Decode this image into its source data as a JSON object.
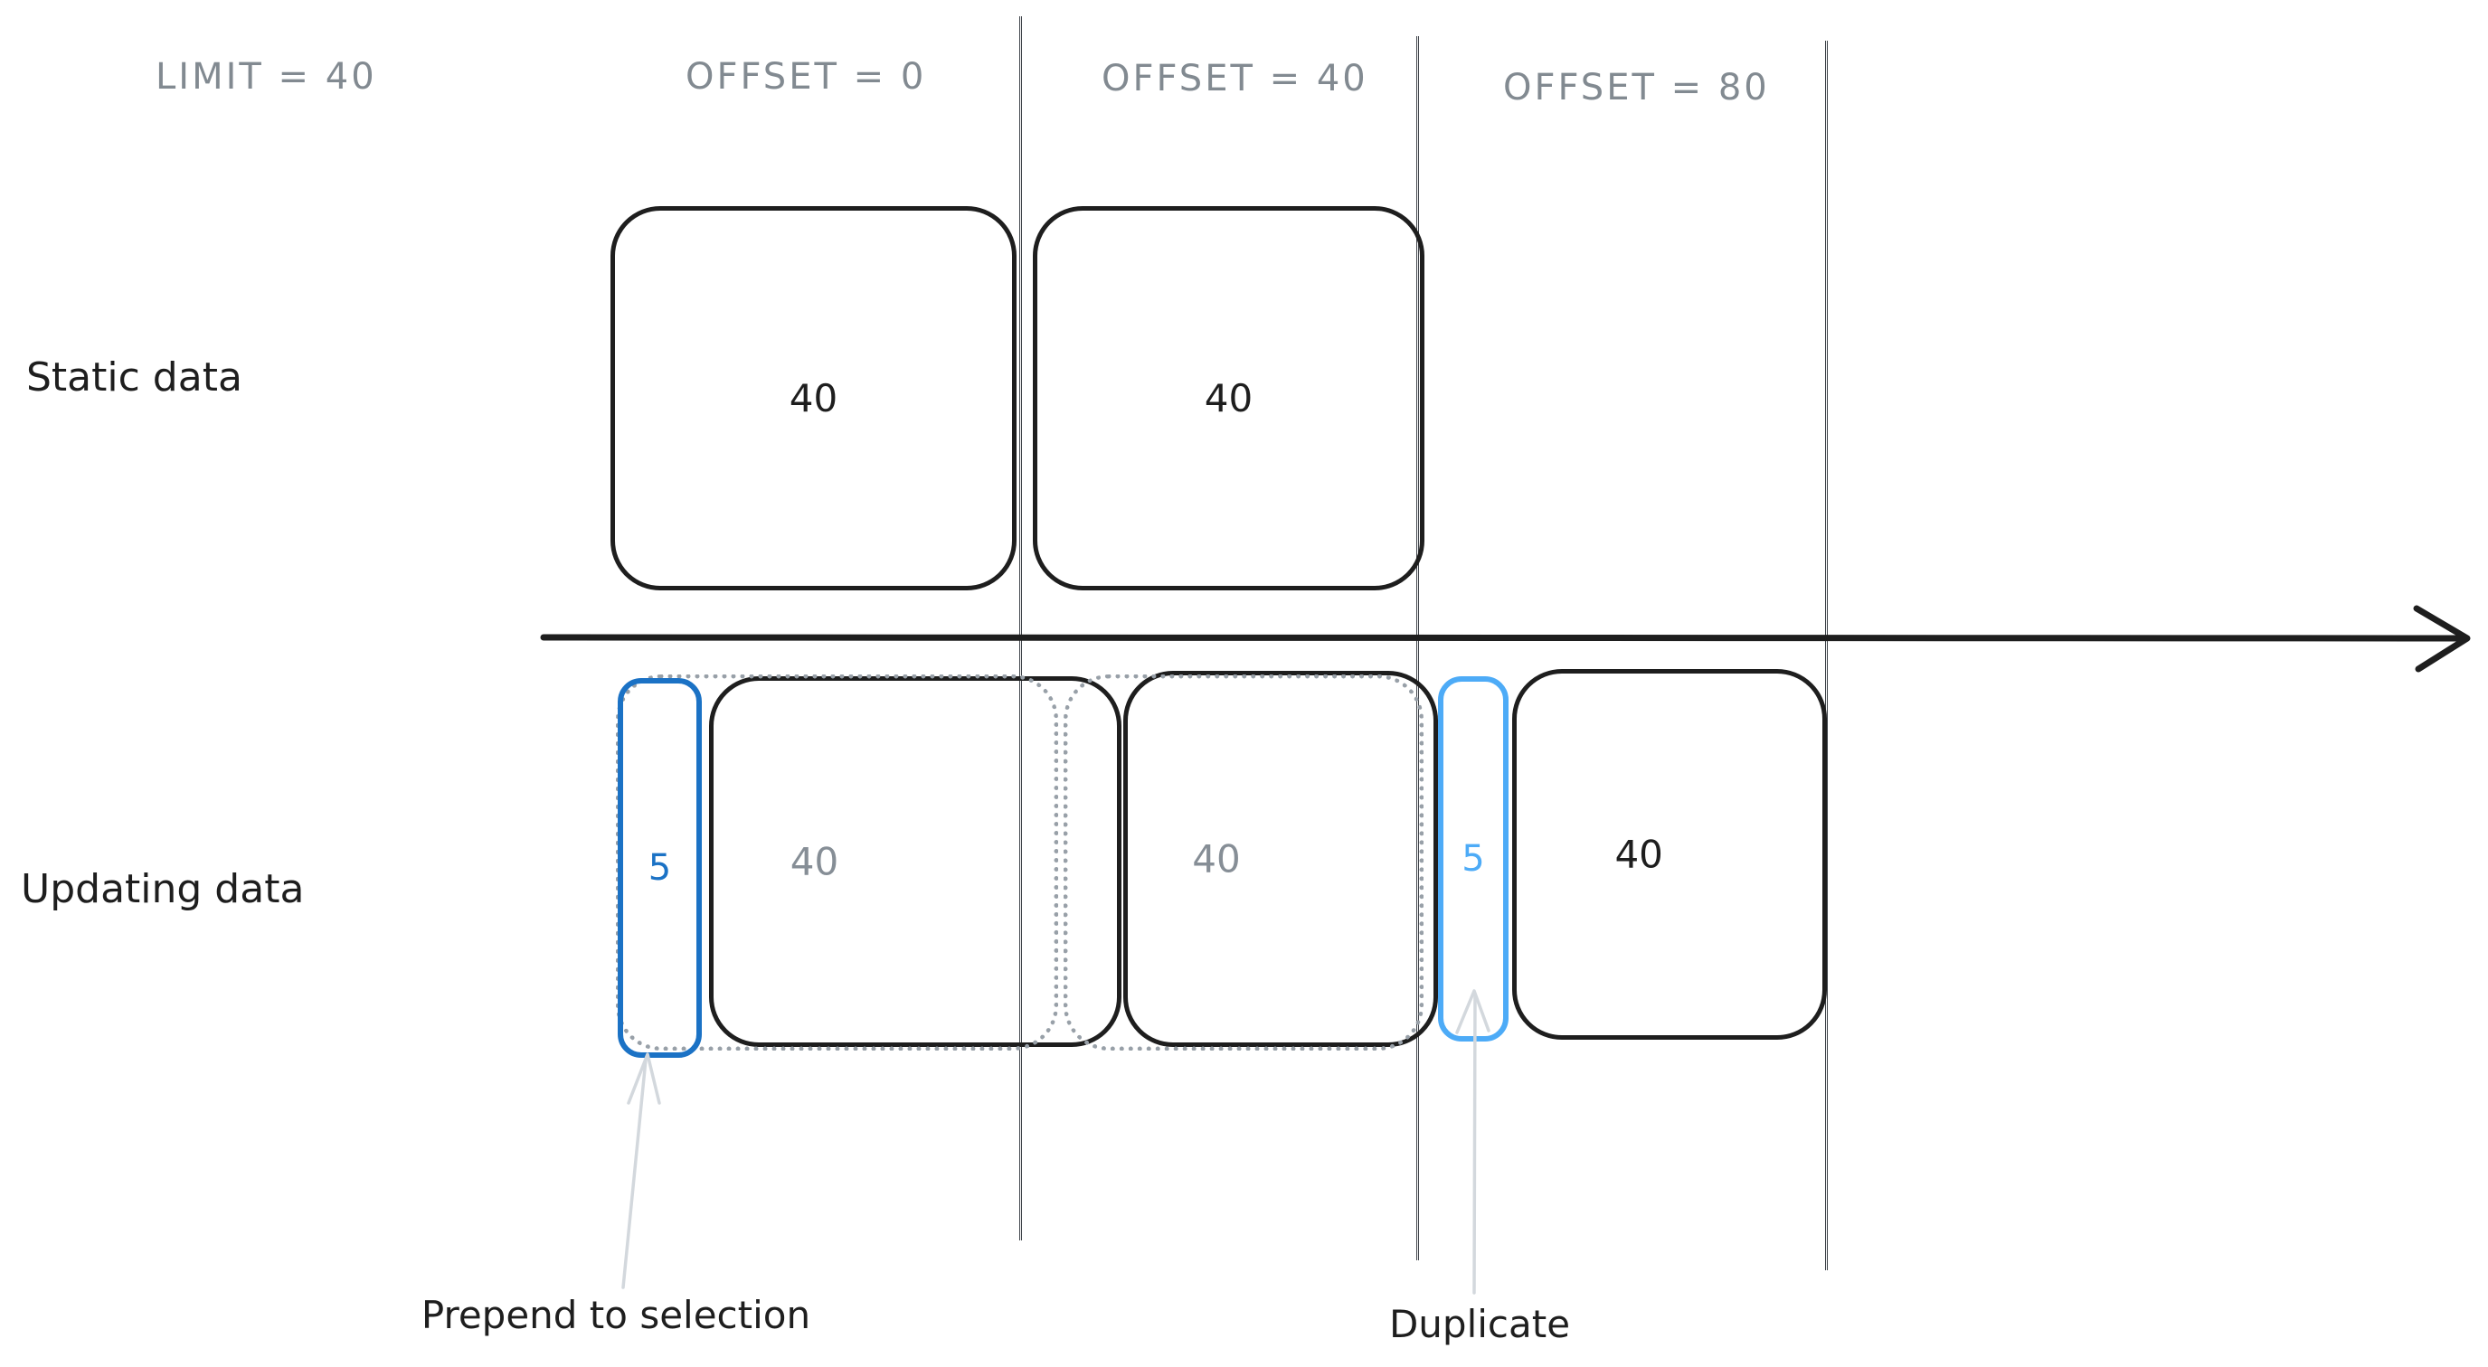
{
  "headers": {
    "limit": "LIMIT = 40",
    "offset0": "OFFSET = 0",
    "offset40": "OFFSET = 40",
    "offset80": "OFFSET = 80"
  },
  "static_row": {
    "label": "Static data",
    "page1": "40",
    "page2": "40"
  },
  "updating_row": {
    "label": "Updating data",
    "prepended": "5",
    "page1": "40",
    "page2": "40",
    "duplicated": "5",
    "page3": "40"
  },
  "annotations": {
    "prepend": "Prepend to selection",
    "duplicate": "Duplicate"
  },
  "colors": {
    "ink": "#1e1e1e",
    "muted_gray": "#868e96",
    "header_gray": "#828a91",
    "dotted_gray": "#98a0a8",
    "accent_blue_dark": "#1b72c5",
    "accent_blue_light": "#4dabf7",
    "annotation_arrow_gray": "#d3d8dd",
    "divider_gray": "#3c4147"
  }
}
